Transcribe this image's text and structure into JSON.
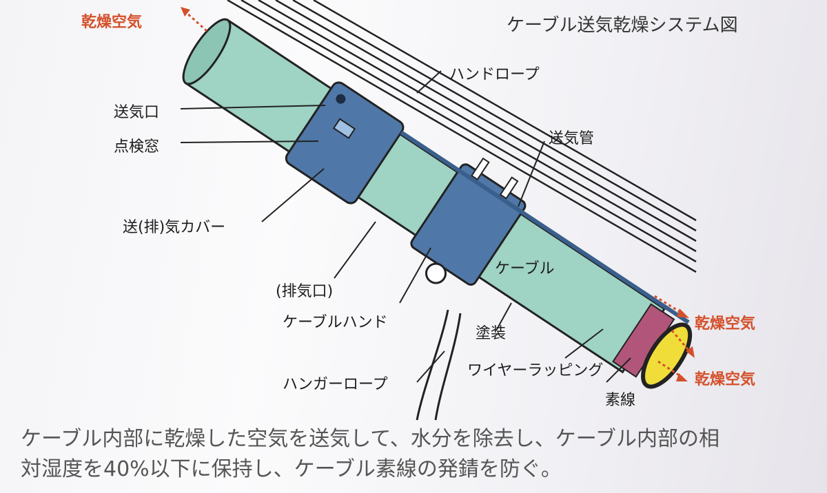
{
  "title": "ケーブル送気乾燥システム図",
  "dry_air_labels": [
    "乾燥空気",
    "乾燥空気",
    "乾燥空気"
  ],
  "labels": {
    "hand_rope": "ハンドロープ",
    "air_inlet": "送気口",
    "inspection_window": "点検窓",
    "air_pipe": "送気管",
    "cover": "送(排)気カバー",
    "exhaust_port": "(排気口)",
    "cable_band": "ケーブルハンド",
    "cable": "ケーブル",
    "coating": "塗装",
    "wire_wrapping": "ワイヤーラッピング",
    "hanger_rope": "ハンガーロープ",
    "strands": "素線"
  },
  "caption": {
    "line1": "ケーブル内部に乾燥した空気を送気して、水分を除去し、ケーブル内部の相",
    "line2": "対湿度を40%以下に保持し、ケーブル素線の発錆を防ぐ。"
  },
  "colors": {
    "cable": "#9fd3c3",
    "cover": "#4f78a8",
    "dry_air": "#d4502b",
    "strand_end": "#f0dd3a"
  }
}
